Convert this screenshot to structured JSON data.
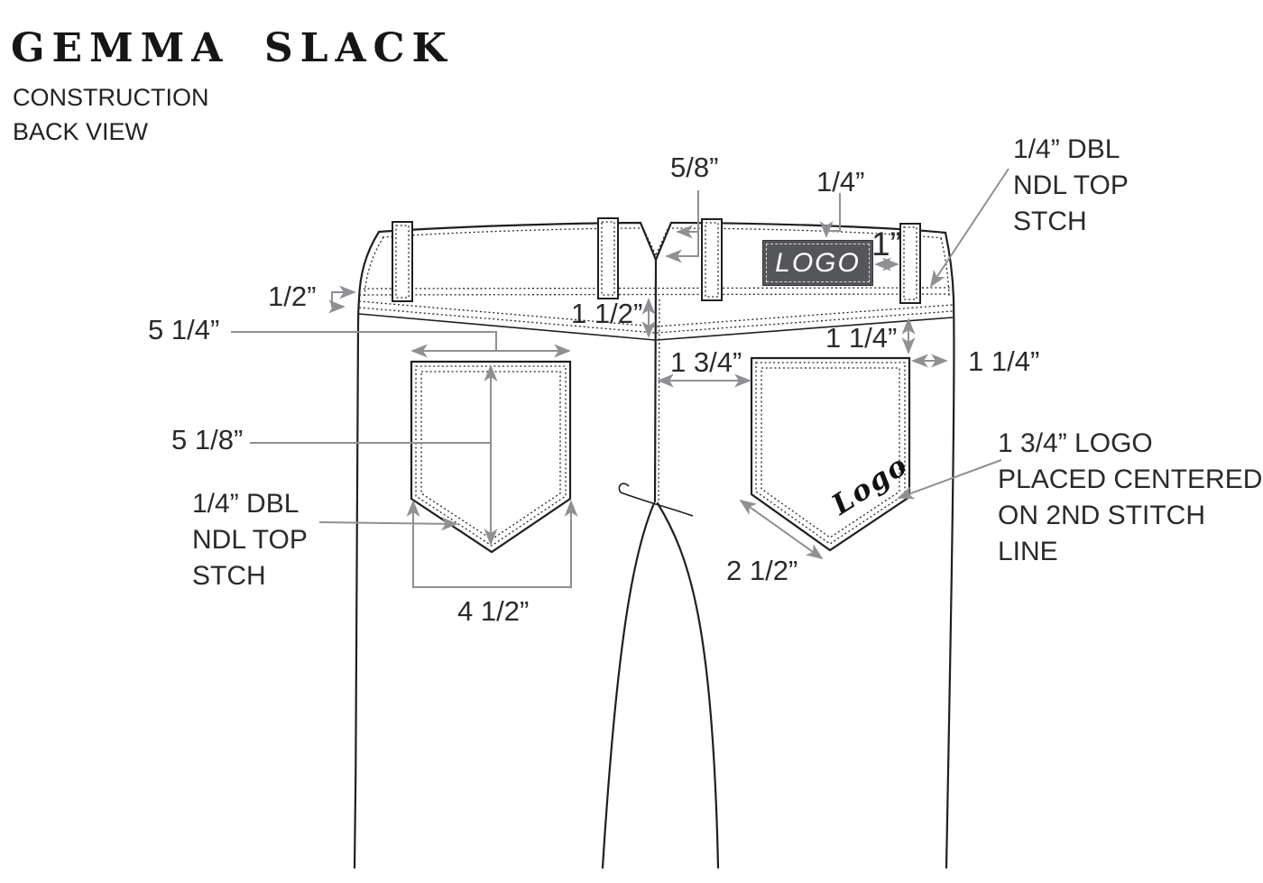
{
  "header": {
    "brand": "GEMMA SLACK",
    "subtitle_line1": "CONSTRUCTION",
    "subtitle_line2": "BACK VIEW"
  },
  "colors": {
    "line": "#1f1f21",
    "annotation": "#8f9093",
    "patch_background": "#55565a",
    "patch_text": "#ffffff"
  },
  "dimensions": {
    "cb_notch": "5/8”",
    "logo_to_waistband": "1/4”",
    "logo_to_beltloop": "1”",
    "waistband_edge": "1/2”",
    "left_pocket_width": "5 1/4”",
    "left_pocket_length": "5 1/8”",
    "left_pocket_bottom_width": "4 1/2”",
    "cb_yoke_depth": "1 1/2”",
    "pocket_to_cb": "1 3/4”",
    "pocket_to_yoke": "1 1/4”",
    "pocket_to_side_seam": "1 1/4”",
    "pocket_bottom_edge": "2 1/2”"
  },
  "notes": {
    "topstitch_right": "1/4” DBL\nNDL TOP\nSTCH",
    "topstitch_left": "1/4” DBL\nNDL TOP\nSTCH",
    "logo_placement": "1 3/4” LOGO\nPLACED CENTERED\nON 2ND STITCH\nLINE"
  },
  "garment": {
    "waistband_logo_patch": "LOGO",
    "pocket_logo_script": "Logo"
  }
}
